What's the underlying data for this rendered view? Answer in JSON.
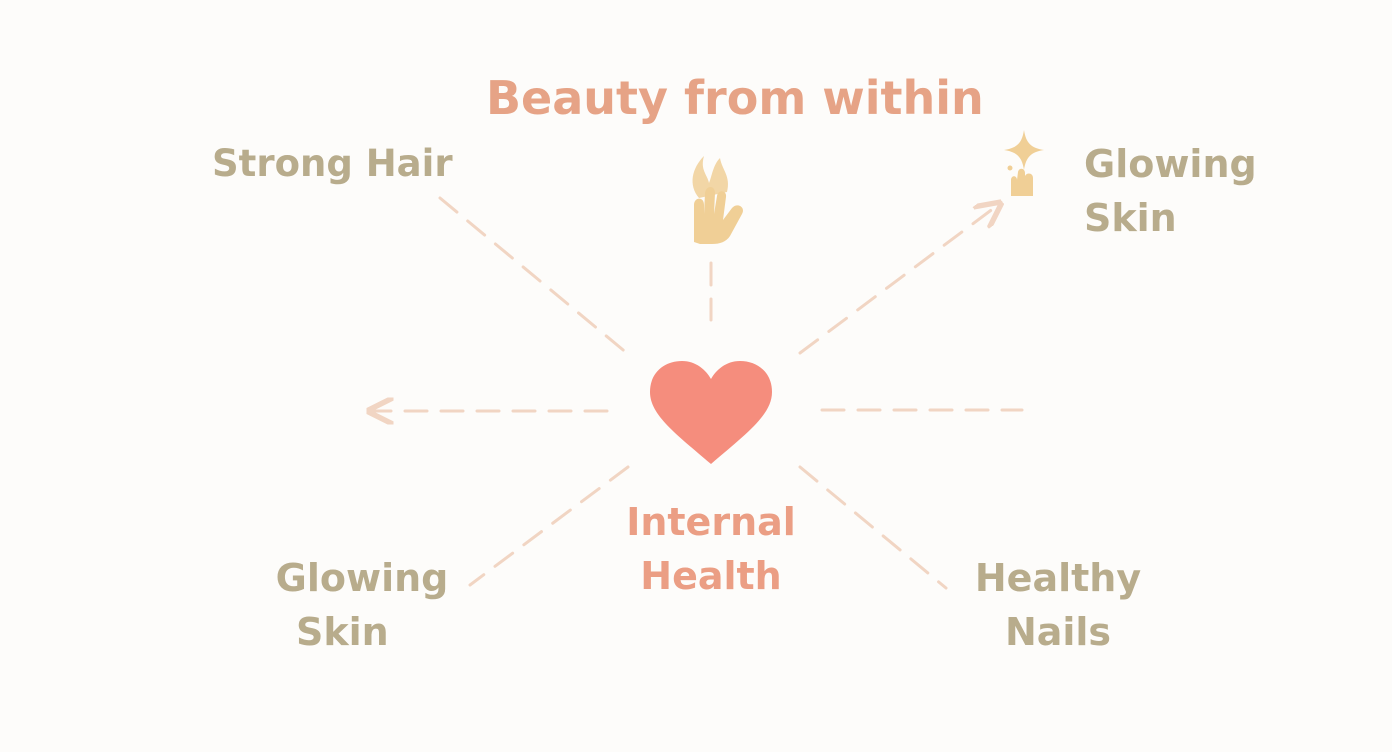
{
  "title": "Beauty from within",
  "center": {
    "line1": "Internal",
    "line2": "Health",
    "icon": "heart-icon"
  },
  "nodes": {
    "strong_hair": {
      "label": "Strong Hair"
    },
    "glowing_skin_top": {
      "line1": "Glowing",
      "line2": "Skin",
      "icon": "sparkle-hand-icon"
    },
    "glowing_skin_bottom": {
      "line1": "Glowing",
      "line2": "Skin"
    },
    "healthy_nails": {
      "line1": "Healthy",
      "line2": "Nails"
    },
    "top_icon": "flame-hand-icon"
  },
  "colors": {
    "heart": "#f58d7d",
    "title": "#e6a386",
    "label": "#b8ac8c",
    "icon": "#f0cf96",
    "connector": "#f1d5c3",
    "background": "#fdfcfa"
  }
}
